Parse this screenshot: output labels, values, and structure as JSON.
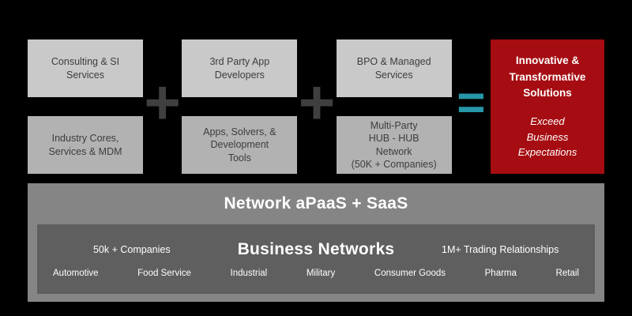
{
  "colors": {
    "accent_red": "#a50d12",
    "accent_teal": "#2798aa",
    "box_light_gray": "#c9c9c9",
    "box_mid_gray": "#b2b2b2",
    "platform_gray": "#858585",
    "network_panel_gray": "#5f5f5f"
  },
  "operators": {
    "plus": "+",
    "equals": "="
  },
  "columns": [
    {
      "top": "Consulting & SI\nServices",
      "bottom": "Industry Cores,\nServices & MDM"
    },
    {
      "top": "3rd Party App\nDevelopers",
      "bottom": "Apps, Solvers, &\nDevelopment\nTools"
    },
    {
      "top": "BPO & Managed\nServices",
      "bottom": "Multi-Party\nHUB - HUB\nNetwork\n(50K + Companies)"
    }
  ],
  "result": {
    "title": "Innovative &\nTransformative\nSolutions",
    "subtitle": "Exceed\nBusiness\nExpectations"
  },
  "platform": {
    "title": "Network aPaaS + SaaS"
  },
  "network": {
    "left_stat": "50k + Companies",
    "title": "Business Networks",
    "right_stat": "1M+ Trading Relationships",
    "industries": [
      "Automotive",
      "Food Service",
      "Industrial",
      "Military",
      "Consumer Goods",
      "Pharma",
      "Retail"
    ]
  }
}
